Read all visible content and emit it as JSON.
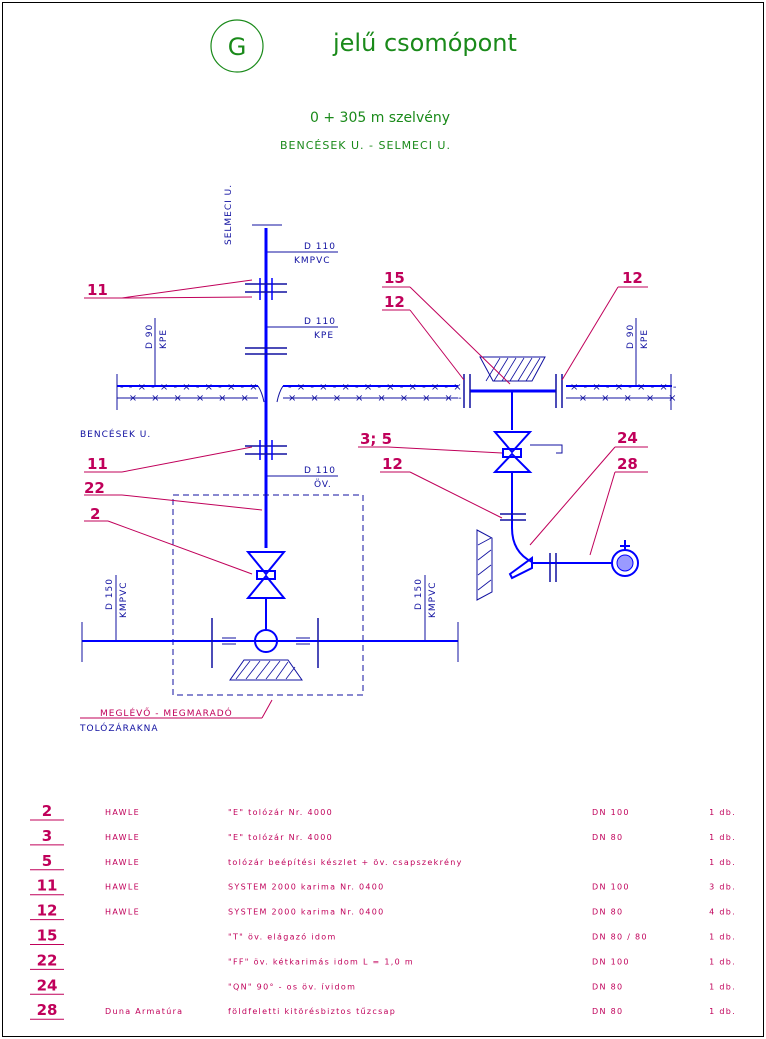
{
  "header": {
    "node_letter": "G",
    "title": "jelű csomópont",
    "station": "0 + 305  m   szelvény",
    "location": "BENCÉSEK  U.  -  SELMECI  U."
  },
  "colors": {
    "green": "#1a8a1a",
    "navy": "#1010a0",
    "blue": "#0000ff",
    "magenta": "#c0005a"
  },
  "labels": {
    "selmeci": "SELMECI U.",
    "bencesek": "BENCÉSEK  U.",
    "d110_a": "D 110",
    "kmpvc_a": "KMPVC",
    "d110_b": "D 110",
    "kpe_b": "KPE",
    "d110_c": "D 110",
    "ov_c": "ÖV.",
    "d90_left": "D 90",
    "kpe_left": "KPE",
    "d90_right": "D 90",
    "kpe_right": "KPE",
    "d150_left": "D 150",
    "kmpvc_left": "KMPVC",
    "d150_right": "D 150",
    "kmpvc_right": "KMPVC",
    "existing_1": "MEGLÉVŐ - MEGMARADÓ",
    "existing_2": "TOLÓZÁRAKNA"
  },
  "callouts": {
    "c11a": "11",
    "c11b": "11",
    "c22": "22",
    "c2": "2",
    "c15": "15",
    "c12a": "12",
    "c12b": "12",
    "c35": "3; 5",
    "c12c": "12",
    "c24": "24",
    "c28": "28"
  },
  "parts": [
    {
      "num": "2",
      "maker": "HAWLE",
      "desc": "\"E\"  tolózár  Nr.  4000",
      "dn": "DN  100",
      "qty": "1  db."
    },
    {
      "num": "3",
      "maker": "HAWLE",
      "desc": "\"E\"  tolózár  Nr.  4000",
      "dn": "DN  80",
      "qty": "1  db."
    },
    {
      "num": "5",
      "maker": "HAWLE",
      "desc": "tolózár  beépítési  készlet  +  öv.  csapszekrény",
      "dn": "",
      "qty": "1  db."
    },
    {
      "num": "11",
      "maker": "HAWLE",
      "desc": "SYSTEM  2000  karima  Nr.  0400",
      "dn": "DN  100",
      "qty": "3  db."
    },
    {
      "num": "12",
      "maker": "HAWLE",
      "desc": "SYSTEM  2000  karima  Nr.  0400",
      "dn": "DN  80",
      "qty": "4  db."
    },
    {
      "num": "15",
      "maker": "",
      "desc": "\"T\"  öv.  elágazó  idom",
      "dn": "DN  80 / 80",
      "qty": "1  db."
    },
    {
      "num": "22",
      "maker": "",
      "desc": "\"FF\"  öv.  kétkarimás  idom  L = 1,0  m",
      "dn": "DN  100",
      "qty": "1  db."
    },
    {
      "num": "24",
      "maker": "",
      "desc": "\"QN\"  90° - os  öv.  ívidom",
      "dn": "DN  80",
      "qty": "1  db."
    },
    {
      "num": "28",
      "maker": "Duna  Armatúra",
      "desc": "földfeletti  kitörésbiztos  tűzcsap",
      "dn": "DN  80",
      "qty": "1  db."
    }
  ]
}
